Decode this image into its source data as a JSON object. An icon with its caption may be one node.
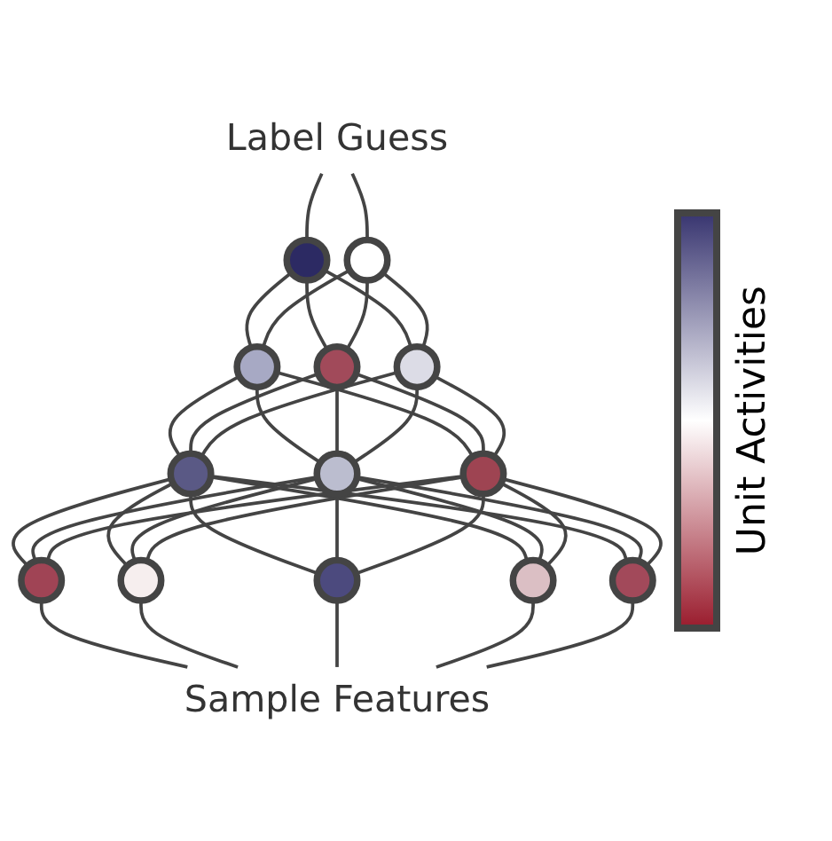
{
  "diagram": {
    "nodes": [
      {
        "text": [
          "Label Guess"
        ]
      },
      {
        "text": [],
        "shape": "circle"
      },
      {
        "text": [],
        "shape": "circle"
      },
      {
        "text": [],
        "shape": "circle"
      },
      {
        "text": [],
        "shape": "circle"
      },
      {
        "text": [],
        "shape": "circle"
      },
      {
        "text": [],
        "shape": "circle"
      },
      {
        "text": [],
        "shape": "circle"
      },
      {
        "text": [],
        "shape": "circle"
      },
      {
        "text": [],
        "shape": "circle"
      },
      {
        "text": [],
        "shape": "circle"
      },
      {
        "text": [],
        "shape": "circle"
      },
      {
        "text": [],
        "shape": "circle"
      },
      {
        "text": [],
        "shape": "circle"
      },
      {
        "text": [
          "Sample Features"
        ]
      },
      {
        "text": [
          "Unit Activities"
        ]
      }
    ],
    "edges": [
      {
        "from": 0,
        "to": 1,
        "arrow": "none"
      },
      {
        "from": 0,
        "to": 2,
        "arrow": "none"
      },
      {
        "from": 1,
        "to": 3,
        "arrow": "none"
      },
      {
        "from": 1,
        "to": 4,
        "arrow": "none"
      },
      {
        "from": 1,
        "to": 5,
        "arrow": "none"
      },
      {
        "from": 2,
        "to": 3,
        "arrow": "none"
      },
      {
        "from": 2,
        "to": 4,
        "arrow": "none"
      },
      {
        "from": 2,
        "to": 5,
        "arrow": "none"
      },
      {
        "from": 3,
        "to": 6,
        "arrow": "none"
      },
      {
        "from": 3,
        "to": 7,
        "arrow": "none"
      },
      {
        "from": 3,
        "to": 8,
        "arrow": "none"
      },
      {
        "from": 4,
        "to": 6,
        "arrow": "none"
      },
      {
        "from": 4,
        "to": 7,
        "arrow": "none"
      },
      {
        "from": 4,
        "to": 8,
        "arrow": "none"
      },
      {
        "from": 5,
        "to": 6,
        "arrow": "none"
      },
      {
        "from": 5,
        "to": 7,
        "arrow": "none"
      },
      {
        "from": 5,
        "to": 8,
        "arrow": "none"
      },
      {
        "from": 6,
        "to": 9,
        "arrow": "none"
      },
      {
        "from": 6,
        "to": 10,
        "arrow": "none"
      },
      {
        "from": 6,
        "to": 11,
        "arrow": "none"
      },
      {
        "from": 6,
        "to": 12,
        "arrow": "none"
      },
      {
        "from": 6,
        "to": 13,
        "arrow": "none"
      },
      {
        "from": 7,
        "to": 9,
        "arrow": "none"
      },
      {
        "from": 7,
        "to": 10,
        "arrow": "none"
      },
      {
        "from": 7,
        "to": 11,
        "arrow": "none"
      },
      {
        "from": 7,
        "to": 12,
        "arrow": "none"
      },
      {
        "from": 7,
        "to": 13,
        "arrow": "none"
      },
      {
        "from": 8,
        "to": 9,
        "arrow": "none"
      },
      {
        "from": 8,
        "to": 10,
        "arrow": "none"
      },
      {
        "from": 8,
        "to": 11,
        "arrow": "none"
      },
      {
        "from": 8,
        "to": 12,
        "arrow": "none"
      },
      {
        "from": 8,
        "to": 13,
        "arrow": "none"
      },
      {
        "from": 9,
        "to": 14,
        "arrow": "none"
      },
      {
        "from": 10,
        "to": 14,
        "arrow": "none"
      },
      {
        "from": 11,
        "to": 14,
        "arrow": "none"
      },
      {
        "from": 12,
        "to": 14,
        "arrow": "none"
      },
      {
        "from": 13,
        "to": 14,
        "arrow": "none"
      }
    ]
  }
}
